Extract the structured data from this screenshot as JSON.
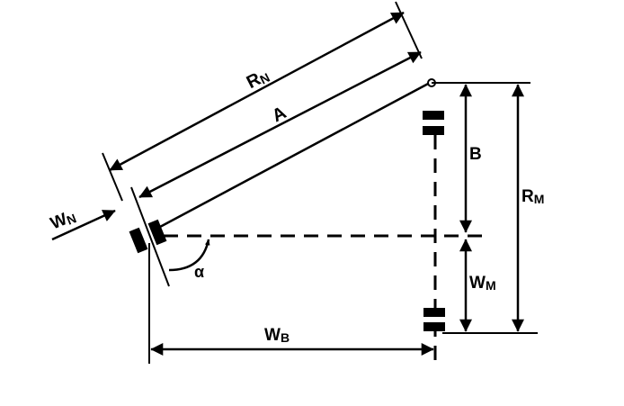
{
  "labels": {
    "rn_main": "R",
    "rn_sub": "N",
    "a": "A",
    "wn_main": "W",
    "wn_sub": "N",
    "b": "B",
    "rm_main": "R",
    "rm_sub": "M",
    "wm_main": "W",
    "wm_sub": "M",
    "wb_main": "W",
    "wb_sub": "B",
    "alpha": "α"
  },
  "colors": {
    "ink": "#000000",
    "paper": "#ffffff"
  }
}
